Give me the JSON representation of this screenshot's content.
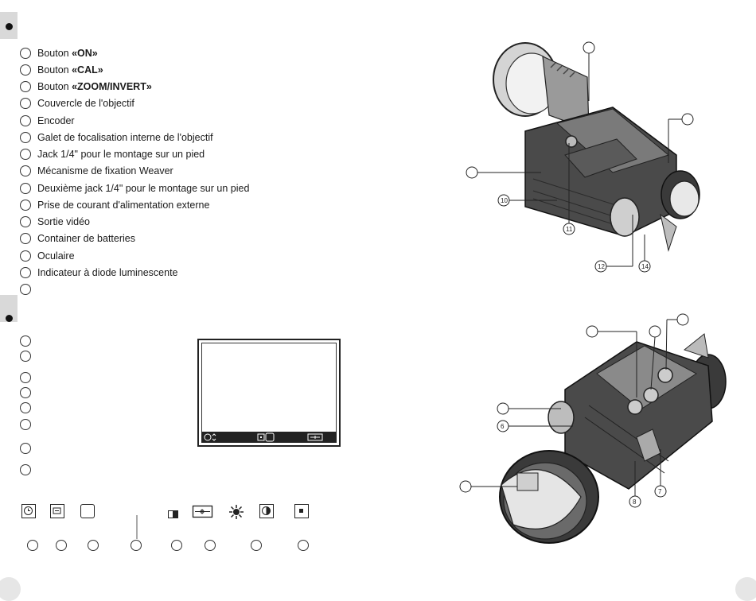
{
  "components": [
    {
      "text": "Bouton ",
      "bold": "«ON»"
    },
    {
      "text": "Bouton ",
      "bold": "«CAL»"
    },
    {
      "text": "Bouton ",
      "bold": "«ZOOM/INVERT»"
    },
    {
      "text": "Couvercle de l'objectif",
      "bold": ""
    },
    {
      "text": "Encoder",
      "bold": ""
    },
    {
      "text": "Galet de focalisation interne de l'objectif",
      "bold": ""
    },
    {
      "text": "Jack 1/4\" pour le montage sur un pied",
      "bold": ""
    },
    {
      "text": "Mécanisme de fixation Weaver",
      "bold": ""
    },
    {
      "text": "Deuxième jack 1/4\" pour le montage sur un pied",
      "bold": ""
    },
    {
      "text": "Prise de courant d'alimentation externe",
      "bold": ""
    },
    {
      "text": "Sortie vidéo",
      "bold": ""
    },
    {
      "text": "Container de batteries",
      "bold": ""
    },
    {
      "text": "Oculaire",
      "bold": ""
    },
    {
      "text": "Indicateur à diode luminescente",
      "bold": ""
    }
  ],
  "diagram1_callouts": [
    "10",
    "11",
    "12",
    "14"
  ],
  "diagram2_callouts": [
    "6",
    "7",
    "8"
  ],
  "colors": {
    "tab": "#d9d9d9",
    "ink": "#1a1a1a",
    "device_body": "#3a3a3a",
    "device_light": "#8a8a8a"
  }
}
